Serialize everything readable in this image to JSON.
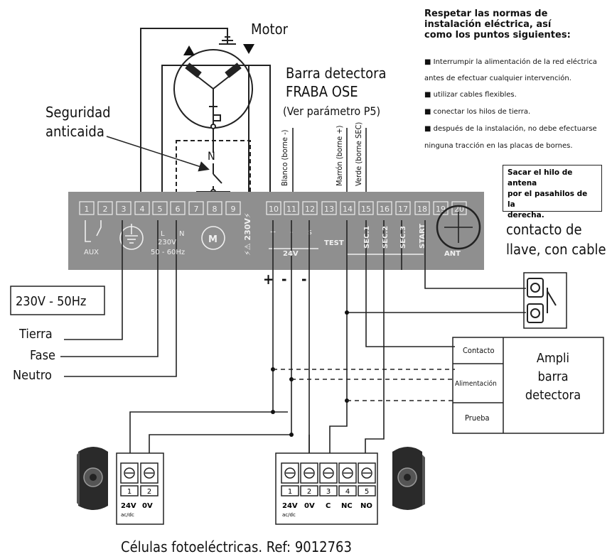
{
  "labels": {
    "motor": "Motor",
    "barra_detectora": "Barra detectora",
    "fraba_ose": "FRABA OSE",
    "ver_parametro": "(Ver parámetro P5)",
    "seguridad": "Seguridad",
    "anticaida": "anticaida",
    "n": "N",
    "blanco": "Blanco (borne -)",
    "marron": "Marrón (borne +)",
    "verde": "Verde (borne SEC)",
    "contacto_de": "contacto de",
    "llave_cable": "llave, con cable",
    "mains": "230V - 50Hz",
    "tierra": "Tierra",
    "fase": "Fase",
    "neutro": "Neutro",
    "plus": "+",
    "minus": "-",
    "caption": "Células fotoeléctricas. Ref: 9012763"
  },
  "notes": {
    "title_1": "Respetar las normas de",
    "title_2": "instalación eléctrica, así",
    "title_3": "como los puntos siguientes:",
    "items": [
      "■ Interrumpir la alimentación de la red eléctrica",
      "antes de efectuar cualquier intervención.",
      "■ utilizar cables flexibles.",
      "■ conectar los hilos de tierra.",
      "■ después de la instalación, no debe efectuarse",
      "ninguna tracción en las placas de bornes."
    ]
  },
  "antenna_note": [
    "Sacar el hilo de antena",
    "por el pasahilos de la",
    "derecha."
  ],
  "strip": {
    "terminals": [
      "1",
      "2",
      "3",
      "4",
      "5",
      "6",
      "7",
      "8",
      "9",
      "10",
      "11",
      "12",
      "13",
      "14",
      "15",
      "16",
      "17",
      "18",
      "19",
      "20"
    ],
    "aux": "AUX",
    "l": "L",
    "n": "N",
    "v230": "230V",
    "hz": "50 - 60Hz",
    "m": "M",
    "v230_vertical": "⚡⚠ 230V⚡",
    "v24": "24V",
    "test": "TEST",
    "sec1": "SEC.1",
    "sec2": "SEC.2",
    "sec3": "SEC.3",
    "start": "START",
    "ant": "ANT",
    "signs": [
      "+",
      "-",
      "s"
    ]
  },
  "amplifier": {
    "contacto": "Contacto",
    "alimentacion": "Alimentación",
    "prueba": "Prueba",
    "title_1": "Ampli",
    "title_2": "barra",
    "title_3": "detectora"
  },
  "photocell_left": {
    "nums": [
      "1",
      "2"
    ],
    "labels": [
      "24V",
      "0V"
    ],
    "acdc": "ac/dc"
  },
  "photocell_right": {
    "nums": [
      "1",
      "2",
      "3",
      "4",
      "5"
    ],
    "labels": [
      "24V",
      "0V",
      "C",
      "NC",
      "NO"
    ],
    "acdc": "ac/dc"
  },
  "colors": {
    "strip": "#8f8f8f",
    "ink": "#111111"
  }
}
